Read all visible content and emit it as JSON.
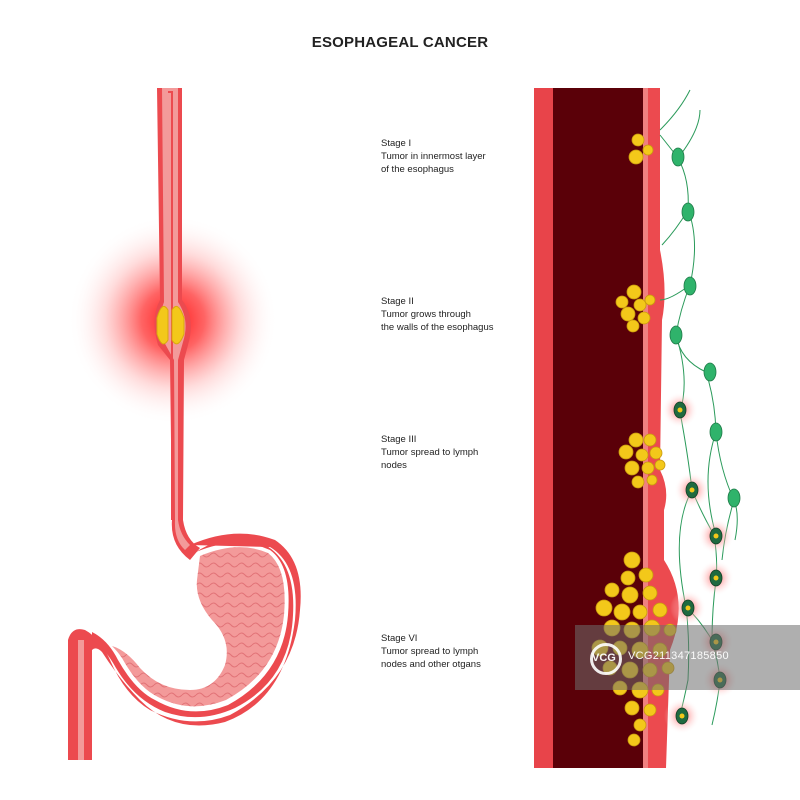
{
  "title": "ESOPHAGEAL CANCER",
  "stages": [
    {
      "name": "Stage I",
      "description": [
        "Tumor in innermost layer",
        "of the esophagus"
      ]
    },
    {
      "name": "Stage II",
      "description": [
        "Tumor grows through",
        "the walls of the esophagus"
      ]
    },
    {
      "name": "Stage III",
      "description": [
        "Tumor spread to lymph",
        "nodes"
      ]
    },
    {
      "name": "Stage VI",
      "description": [
        "Tumor spread to lymph",
        "nodes and other otgans"
      ]
    }
  ],
  "watermark": {
    "brand": "VCG",
    "text": "VCG211347185850"
  },
  "colors": {
    "esophagus_outer": "#ec4a4f",
    "esophagus_inner": "#f39a9a",
    "lumen": "#5a0008",
    "tumor": "#f3c81a",
    "lymph_node": "#2fb36b",
    "glow": "#ff2020"
  }
}
